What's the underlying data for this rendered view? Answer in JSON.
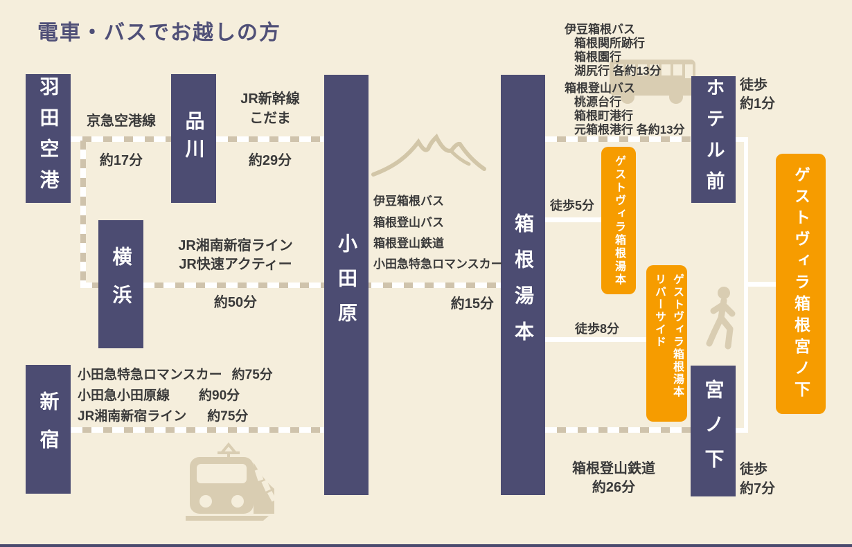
{
  "title": "電車・バスでお越しの方",
  "stations": {
    "haneda": "羽田空港",
    "shinagawa": "品川",
    "yokohama": "横浜",
    "shinjuku": "新宿",
    "odawara": "小田原",
    "hakone_yumoto": "箱根湯本",
    "hotel_mae": "ホテル前",
    "miyanoshita": "宮ノ下"
  },
  "destinations": {
    "guest_villa_yumoto": "ゲストヴィラ箱根湯本",
    "guest_villa_riverside_main": "ゲストヴィラ箱根湯本",
    "guest_villa_riverside_sub": "リバーサイド",
    "guest_villa_miyanoshita": "ゲストヴィラ箱根宮ノ下"
  },
  "routes": {
    "keikyu_line": "京急空港線",
    "keikyu_time": "約17分",
    "shinkansen_line": "JR新幹線",
    "shinkansen_name": "こだま",
    "shinkansen_time": "約29分",
    "yokohama_line1": "JR湘南新宿ライン",
    "yokohama_line2": "JR快速アクティー",
    "yokohama_time": "約50分",
    "shinjuku_routes": [
      {
        "line": "小田急特急ロマンスカー",
        "time": "約75分"
      },
      {
        "line": "小田急小田原線",
        "time": "約90分"
      },
      {
        "line": "JR湘南新宿ライン",
        "time": "約75分"
      }
    ],
    "odawara_yumoto_lines": [
      "伊豆箱根バス",
      "箱根登山バス",
      "箱根登山鉄道",
      "小田急特急ロマンスカー"
    ],
    "odawara_yumoto_time": "約15分",
    "tozan_line": "箱根登山鉄道",
    "tozan_time": "約26分"
  },
  "buses": {
    "izuhakone_title": "伊豆箱根バス",
    "izuhakone_dest": [
      "箱根関所跡行",
      "箱根園行",
      "湖尻行 各約13分"
    ],
    "tozan_title": "箱根登山バス",
    "tozan_dest": [
      "桃源台行",
      "箱根町港行",
      "元箱根港行 各約13分"
    ]
  },
  "walks": {
    "hotel_mae_1": "徒歩",
    "hotel_mae_2": "約1分",
    "yumoto_5": "徒歩5分",
    "yumoto_8": "徒歩8分",
    "miyanoshita_1": "徒歩",
    "miyanoshita_2": "約7分"
  },
  "icons": {
    "mountain": "mountain-icon",
    "bus": "bus-icon",
    "train": "train-icon",
    "walker": "walking-person-icon"
  },
  "colors": {
    "navy": "#4c4c72",
    "orange": "#f69c00",
    "background": "#f5eedc",
    "rail_tan": "#cfc3ac",
    "icon_tan": "#d9cdb2",
    "text": "#3a3a3a"
  }
}
